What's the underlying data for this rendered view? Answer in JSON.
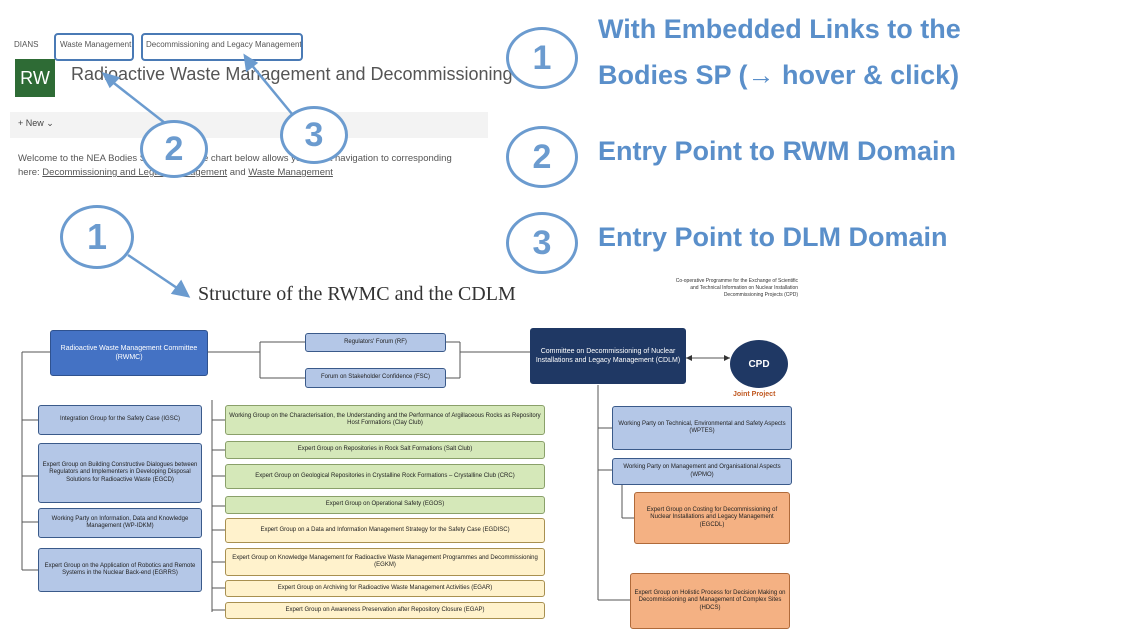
{
  "breadcrumb": {
    "home": "DIANS",
    "waste": "Waste Management",
    "decom": "Decommissioning and Legacy Management"
  },
  "site": {
    "logo": "RW",
    "title": "Radioactive Waste Management and Decommissioning",
    "new_label": "+ New  ⌄",
    "welcome_a": "Welcome to the NEA Bodies SharePoint. The chart below allows you direct navigation to corresponding",
    "welcome_b_prefix": "here:",
    "welcome_link1": "Decommissioning and Legacy Management",
    "welcome_and": "and",
    "welcome_link2": "Waste Management"
  },
  "markers": {
    "one": "1",
    "two": "2",
    "three": "3"
  },
  "callouts": {
    "c1_line1": "With Embedded Links to the",
    "c1_line2": "Bodies SP (→ hover & click)",
    "c2": "Entry Point to RWM Domain",
    "c3": "Entry Point to DLM Domain"
  },
  "chart": {
    "title": "Structure of the RWMC and the CDLM",
    "coop": "Co-operative Programme for the Exchange of Scientific and Technical Information on Nuclear Installation Decommissioning Projects (CPD)",
    "rwmc": "Radioactive Waste Management Committee (RWMC)",
    "rf": "Regulators' Forum (RF)",
    "fsc": "Forum on Stakeholder Confidence (FSC)",
    "cdlm": "Committee on Decommissioning of Nuclear Installations and Legacy Management (CDLM)",
    "cpd": "CPD",
    "joint": "Joint Project",
    "igsc": "Integration Group for the Safety Case (IGSC)",
    "egbcd": "Expert Group on Building Constructive Dialogues between Regulators and Implementers in Developing Disposal Solutions for Radioactive Waste (EGCD)",
    "wpidkm": "Working Party on Information, Data and Knowledge Management (WP-IDKM)",
    "egars": "Expert Group on the Application of Robotics and Remote Systems in the Nuclear Back-end (EGRRS)",
    "clay": "Working Group on the Characterisation, the Understanding and the Performance of Argillaceous Rocks as Repository Host Formations (Clay Club)",
    "salt": "Expert Group on Repositories in Rock Salt Formations (Salt Club)",
    "crc": "Expert Group on Geological Repositories in Crystalline Rock Formations – Crystalline Club (CRC)",
    "egos": "Expert Group on Operational Safety (EGOS)",
    "egdisc": "Expert Group on a Data and Information Management Strategy for the Safety Case (EGDISC)",
    "egkm": "Expert Group on Knowledge Management for Radioactive Waste Management Programmes and Decommissioning (EGKM)",
    "egar": "Expert Group on Archiving for Radioactive Waste Management Activities (EGAR)",
    "egap": "Expert Group on Awareness Preservation after Repository Closure (EGAP)",
    "wptes": "Working Party on Technical, Environmental and Safety Aspects (WPTES)",
    "wpmo": "Working Party on Management and Organisational Aspects (WPMO)",
    "egcdl": "Expert Group on Costing for Decommissioning of Nuclear Installations and Legacy Management (EGCDL)",
    "eghd": "Expert Group on Holistic Process for Decision Making on Decommissioning and Management of Complex Sites (HDCS)"
  }
}
